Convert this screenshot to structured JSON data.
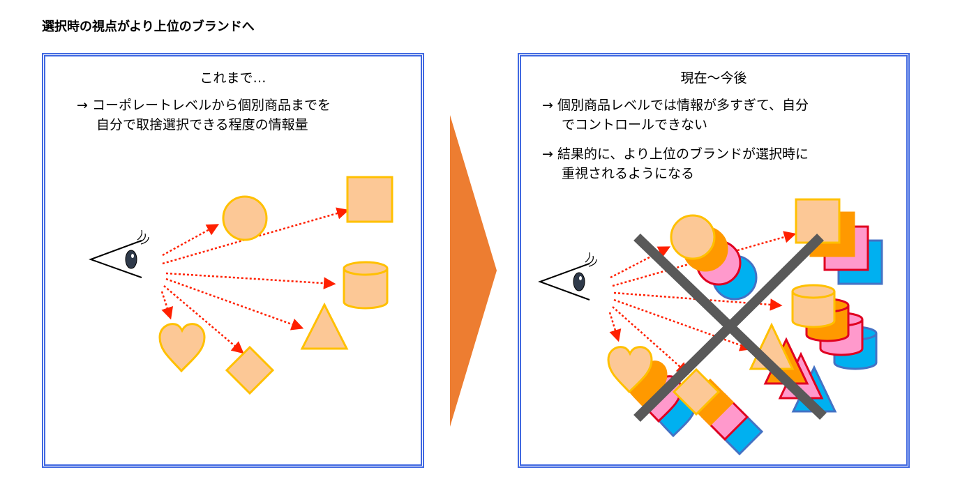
{
  "page": {
    "title": "選択時の視点がより上位のブランドへ"
  },
  "left_panel": {
    "heading": "これまで…",
    "lines": [
      "→ コーポレートレベルから個別商品までを",
      "自分で取捨選択できる程度の情報量"
    ]
  },
  "right_panel": {
    "heading": "現在～今後",
    "point1": [
      "→ 個別商品レベルでは情報が多すぎて、自分",
      "でコントロールできない"
    ],
    "point2": [
      "→ 結果的に、より上位のブランドが選択時に",
      "重視されるようになる"
    ]
  },
  "colors": {
    "panel_border": "#4169e1",
    "arrow": "#ed7d31",
    "shape_fill": "#fcc896",
    "shape_stroke": "#ffc000",
    "dotted_arrow": "#ff2000",
    "cross": "#595959",
    "layer_orange": "#ff9900",
    "layer_pink": "#ff99cc",
    "layer_cyan": "#00b0f0"
  },
  "icons": [
    "eye-icon",
    "circle-shape",
    "square-shape",
    "cylinder-shape",
    "triangle-shape",
    "heart-shape",
    "diamond-shape",
    "cross-mark-icon",
    "chevron-arrow-icon"
  ]
}
